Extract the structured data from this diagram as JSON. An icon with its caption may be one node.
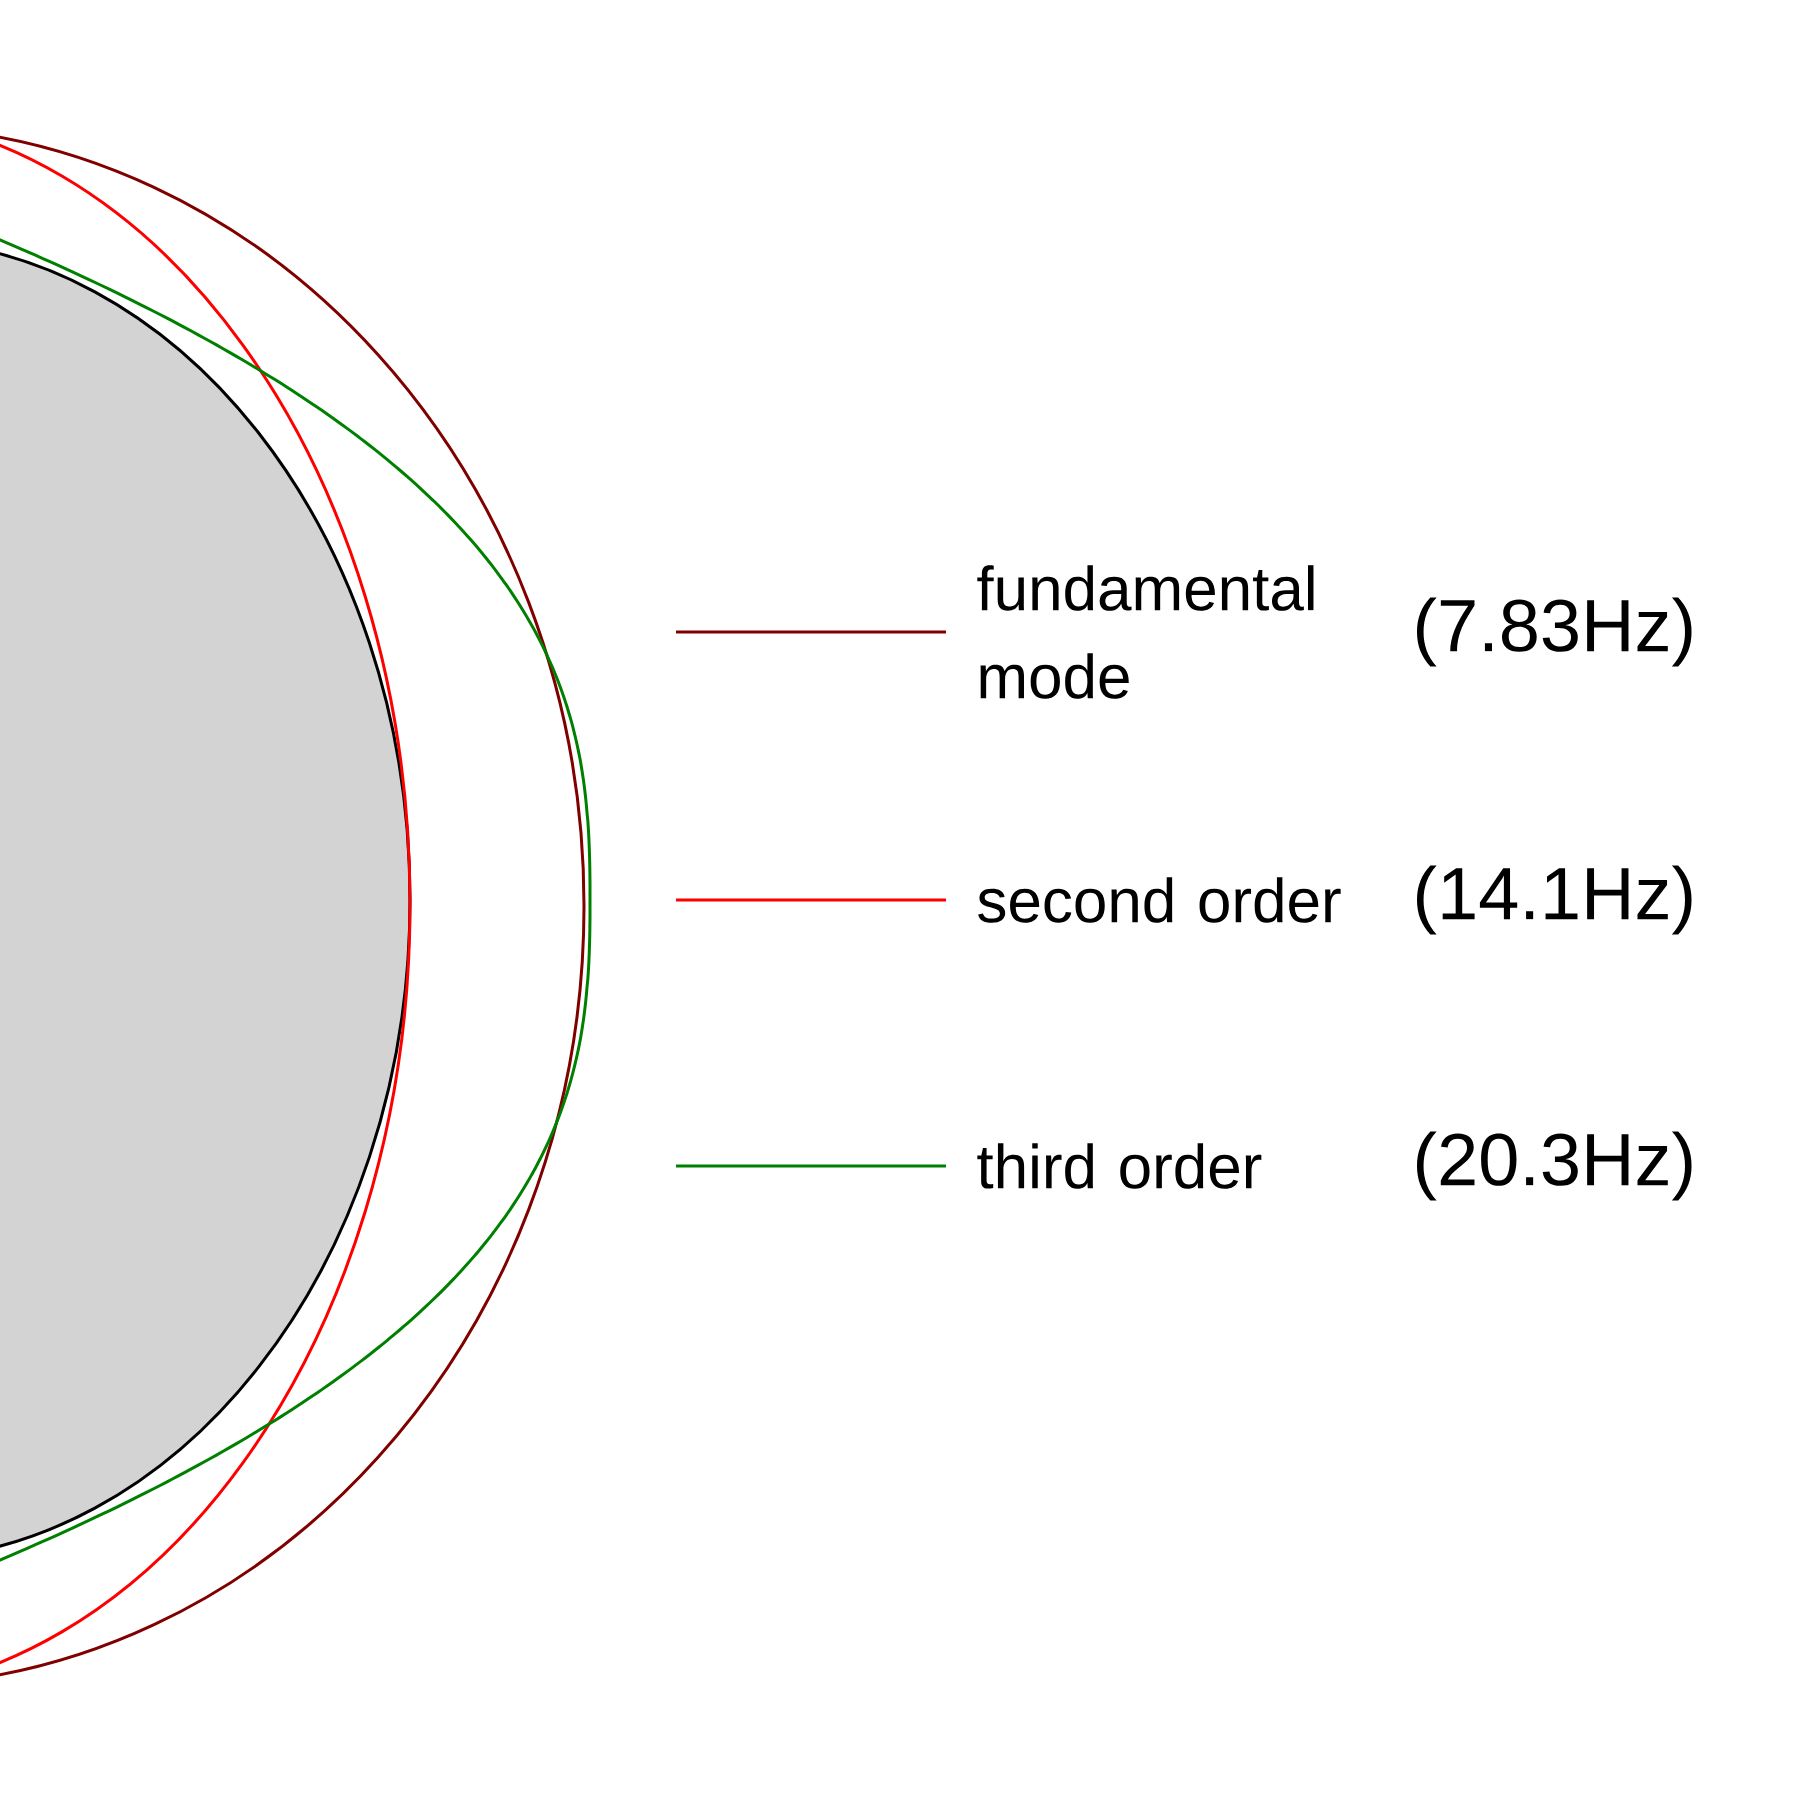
{
  "diagram": {
    "legend": [
      {
        "text": "fundamental mode"
      },
      {
        "text": "second order"
      },
      {
        "text": "third order"
      }
    ],
    "labels": [
      "(7.83Hz)",
      "(14.1Hz)",
      "(20.3Hz)"
    ]
  }
}
